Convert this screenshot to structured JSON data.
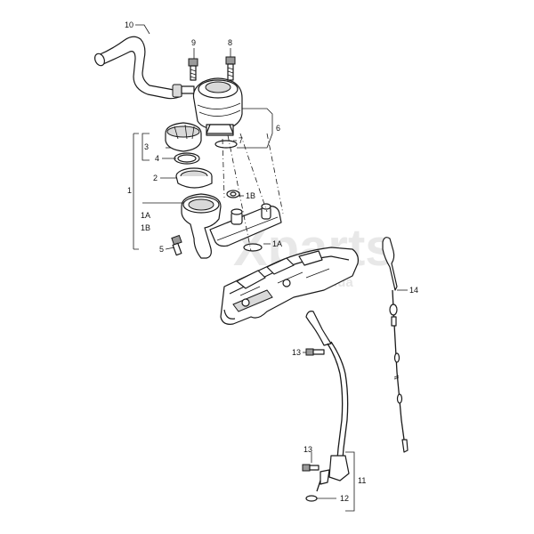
{
  "watermark": {
    "main": "Xparts",
    "sub": ".com.ua"
  },
  "callouts": {
    "c10": "10",
    "c9": "9",
    "c8": "8",
    "c6": "6",
    "c7": "7",
    "c3": "3",
    "c4": "4",
    "c2": "2",
    "c1": "1",
    "c1B_a": "1B",
    "c1A_left": "1A",
    "c1B_left": "1B",
    "c5": "5",
    "c1A_b": "1A",
    "c14": "14",
    "c13_a": "13",
    "c13_b": "13",
    "c11": "11",
    "c12": "12"
  }
}
